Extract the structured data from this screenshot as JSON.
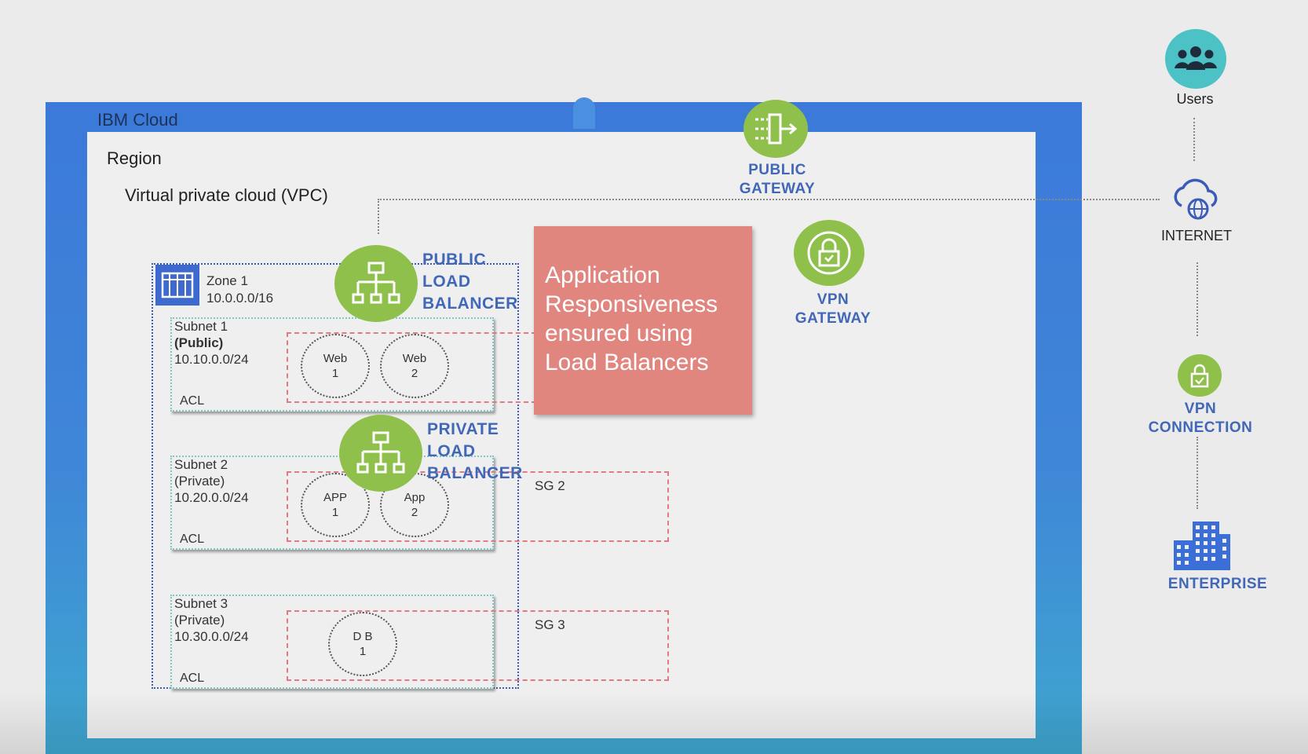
{
  "cloud": {
    "label": "IBM Cloud"
  },
  "region": {
    "label": "Region"
  },
  "vpc": {
    "label": "Virtual private cloud (VPC)"
  },
  "zone": {
    "name": "Zone 1",
    "cidr": "10.0.0.0/16"
  },
  "subnets": [
    {
      "name": "Subnet 1",
      "type": "(Public)",
      "cidr": "10.10.0.0/24",
      "acl": "ACL"
    },
    {
      "name": "Subnet 2",
      "type": "(Private)",
      "cidr": "10.20.0.0/24",
      "acl": "ACL"
    },
    {
      "name": "Subnet 3",
      "type": "(Private)",
      "cidr": "10.30.0.0/24",
      "acl": "ACL"
    }
  ],
  "vms": [
    {
      "line1": "Web",
      "line2": "1"
    },
    {
      "line1": "Web",
      "line2": "2"
    },
    {
      "line1": "APP",
      "line2": "1"
    },
    {
      "line1": "App",
      "line2": "2"
    },
    {
      "line1": "D B",
      "line2": "1"
    }
  ],
  "security_groups": {
    "sg2": "SG 2",
    "sg3": "SG 3"
  },
  "public_lb": {
    "line1": "PUBLIC",
    "line2": "LOAD",
    "line3": "BALANCER"
  },
  "private_lb": {
    "line1": "PRIVATE",
    "line2": "LOAD",
    "line3": "BALANCER"
  },
  "callout": {
    "text": "Application\nResponsiveness\nensured using\nLoad Balancers"
  },
  "public_gateway": {
    "line1": "PUBLIC",
    "line2": "GATEWAY"
  },
  "vpn_gateway": {
    "line1": "VPN",
    "line2": "GATEWAY"
  },
  "users": {
    "label": "Users"
  },
  "internet": {
    "label": "INTERNET"
  },
  "vpn_connection": {
    "line1": "VPN",
    "line2": "CONNECTION"
  },
  "enterprise": {
    "label": "ENTERPRISE"
  },
  "colors": {
    "lb_green": "#8fc04c",
    "label_blue": "#4167b8",
    "callout": "#e1857f",
    "users_teal": "#4cc2c6",
    "cloud_blue": "#3c79d9"
  },
  "icons": [
    "server-rack-icon",
    "load-balancer-icon",
    "gateway-icon",
    "lock-icon",
    "users-icon",
    "cloud-globe-icon",
    "building-icon"
  ]
}
